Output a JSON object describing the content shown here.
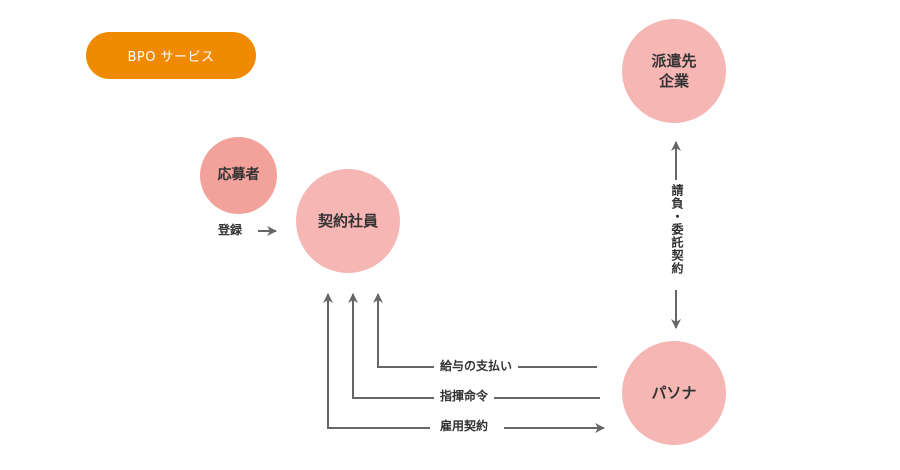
{
  "service_label": "BPO サービス",
  "nodes": {
    "applicant": "応募者",
    "contract_employee": "契約社員",
    "client": "派遣先\n企業",
    "pasona": "パソナ"
  },
  "edge_labels": {
    "register": "登録",
    "subcontract": "請負・委託契約",
    "salary": "給与の支払い",
    "command": "指揮命令",
    "employment": "雇用契約"
  },
  "colors": {
    "accent": "#f08a00",
    "node_light": "#f5b6b4",
    "node_dark": "#f2a19b",
    "arrow": "#666666"
  }
}
